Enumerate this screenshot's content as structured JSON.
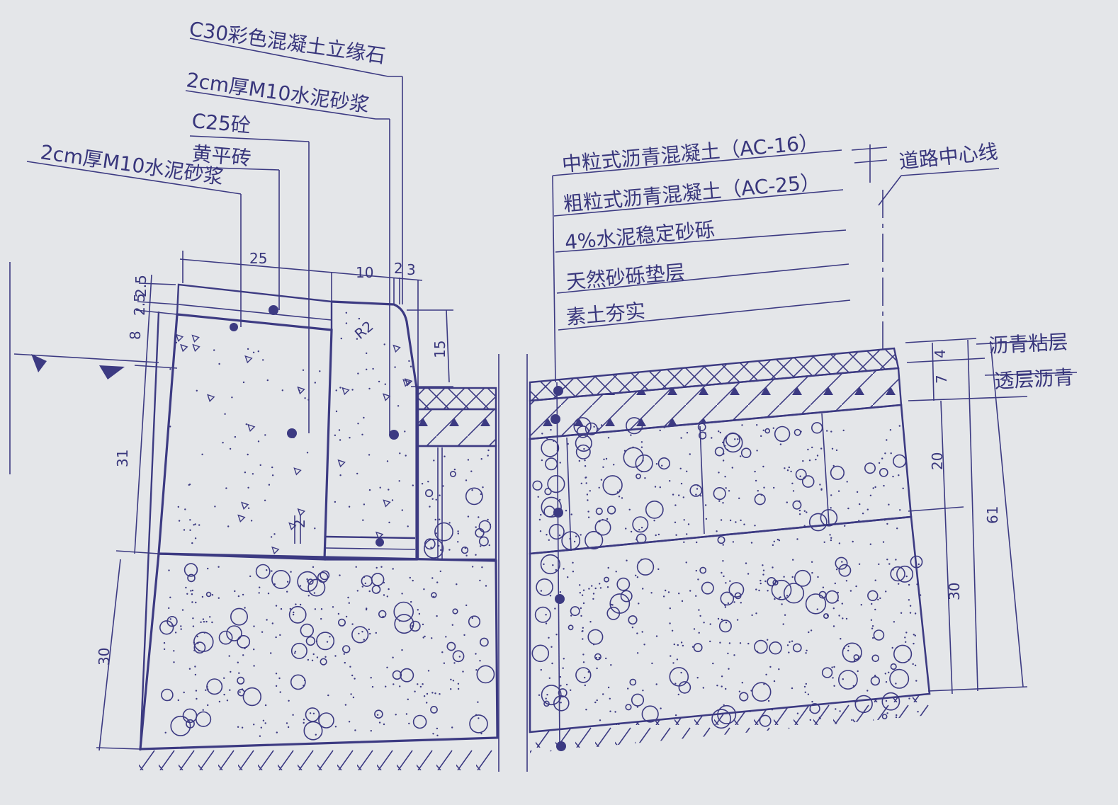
{
  "curb_labels": [
    "C30彩色混凝土立缘石",
    "2cm厚M10水泥砂浆",
    "C25砼",
    "黄平砖",
    "2cm厚M10水泥砂浆"
  ],
  "pavement_labels": [
    "中粒式沥青混凝土（AC-16）",
    "粗粒式沥青混凝土（AC-25）",
    "4%水泥稳定砂砾",
    "天然砂砾垫层",
    "素土夯实"
  ],
  "centerline_label": "道路中心线",
  "side_labels": [
    "沥青粘层",
    "透层沥青"
  ],
  "dimensions": {
    "top": [
      "25",
      "10",
      "2",
      "3"
    ],
    "left": [
      "2.5",
      "2.5",
      "8",
      "31",
      "30"
    ],
    "curb_height": "15",
    "radius": "R2",
    "small_gap": "2",
    "right_layers": [
      "4",
      "7",
      "20",
      "30",
      "61"
    ]
  },
  "colors": {
    "paper": "#e4e6e9",
    "ink": "#3c3a82"
  }
}
